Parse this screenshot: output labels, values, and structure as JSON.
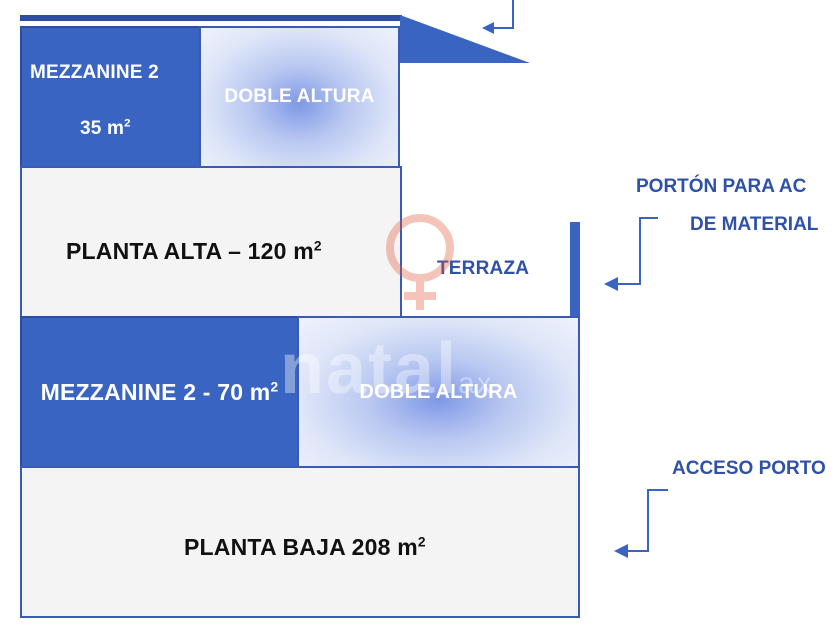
{
  "floors": {
    "mezzanine_top": {
      "name": "MEZZANINE 2",
      "area": "35 m",
      "exp": "2"
    },
    "double_height_top": {
      "label": "DOBLE ALTURA"
    },
    "planta_alta": {
      "label": "PLANTA ALTA – 120 m",
      "exp": "2"
    },
    "terraza": {
      "label": "TERRAZA"
    },
    "mezzanine_low": {
      "label": "MEZZANINE 2 - 70 m",
      "exp": "2"
    },
    "double_height_low": {
      "label": "DOBLE ALTURA"
    },
    "planta_baja": {
      "label": "PLANTA BAJA 208 m",
      "exp": "2"
    }
  },
  "annotations": {
    "porton_line1": "PORTÓN PARA AC",
    "porton_line2": "DE MATERIAL",
    "acceso": "ACCESO PORTO"
  },
  "watermark": {
    "text": "natal",
    "suffix": "ax"
  },
  "colors": {
    "dark_blue": "#3a64c2",
    "label_blue": "#2f52a8",
    "floor_grey": "#f4f4f4"
  }
}
